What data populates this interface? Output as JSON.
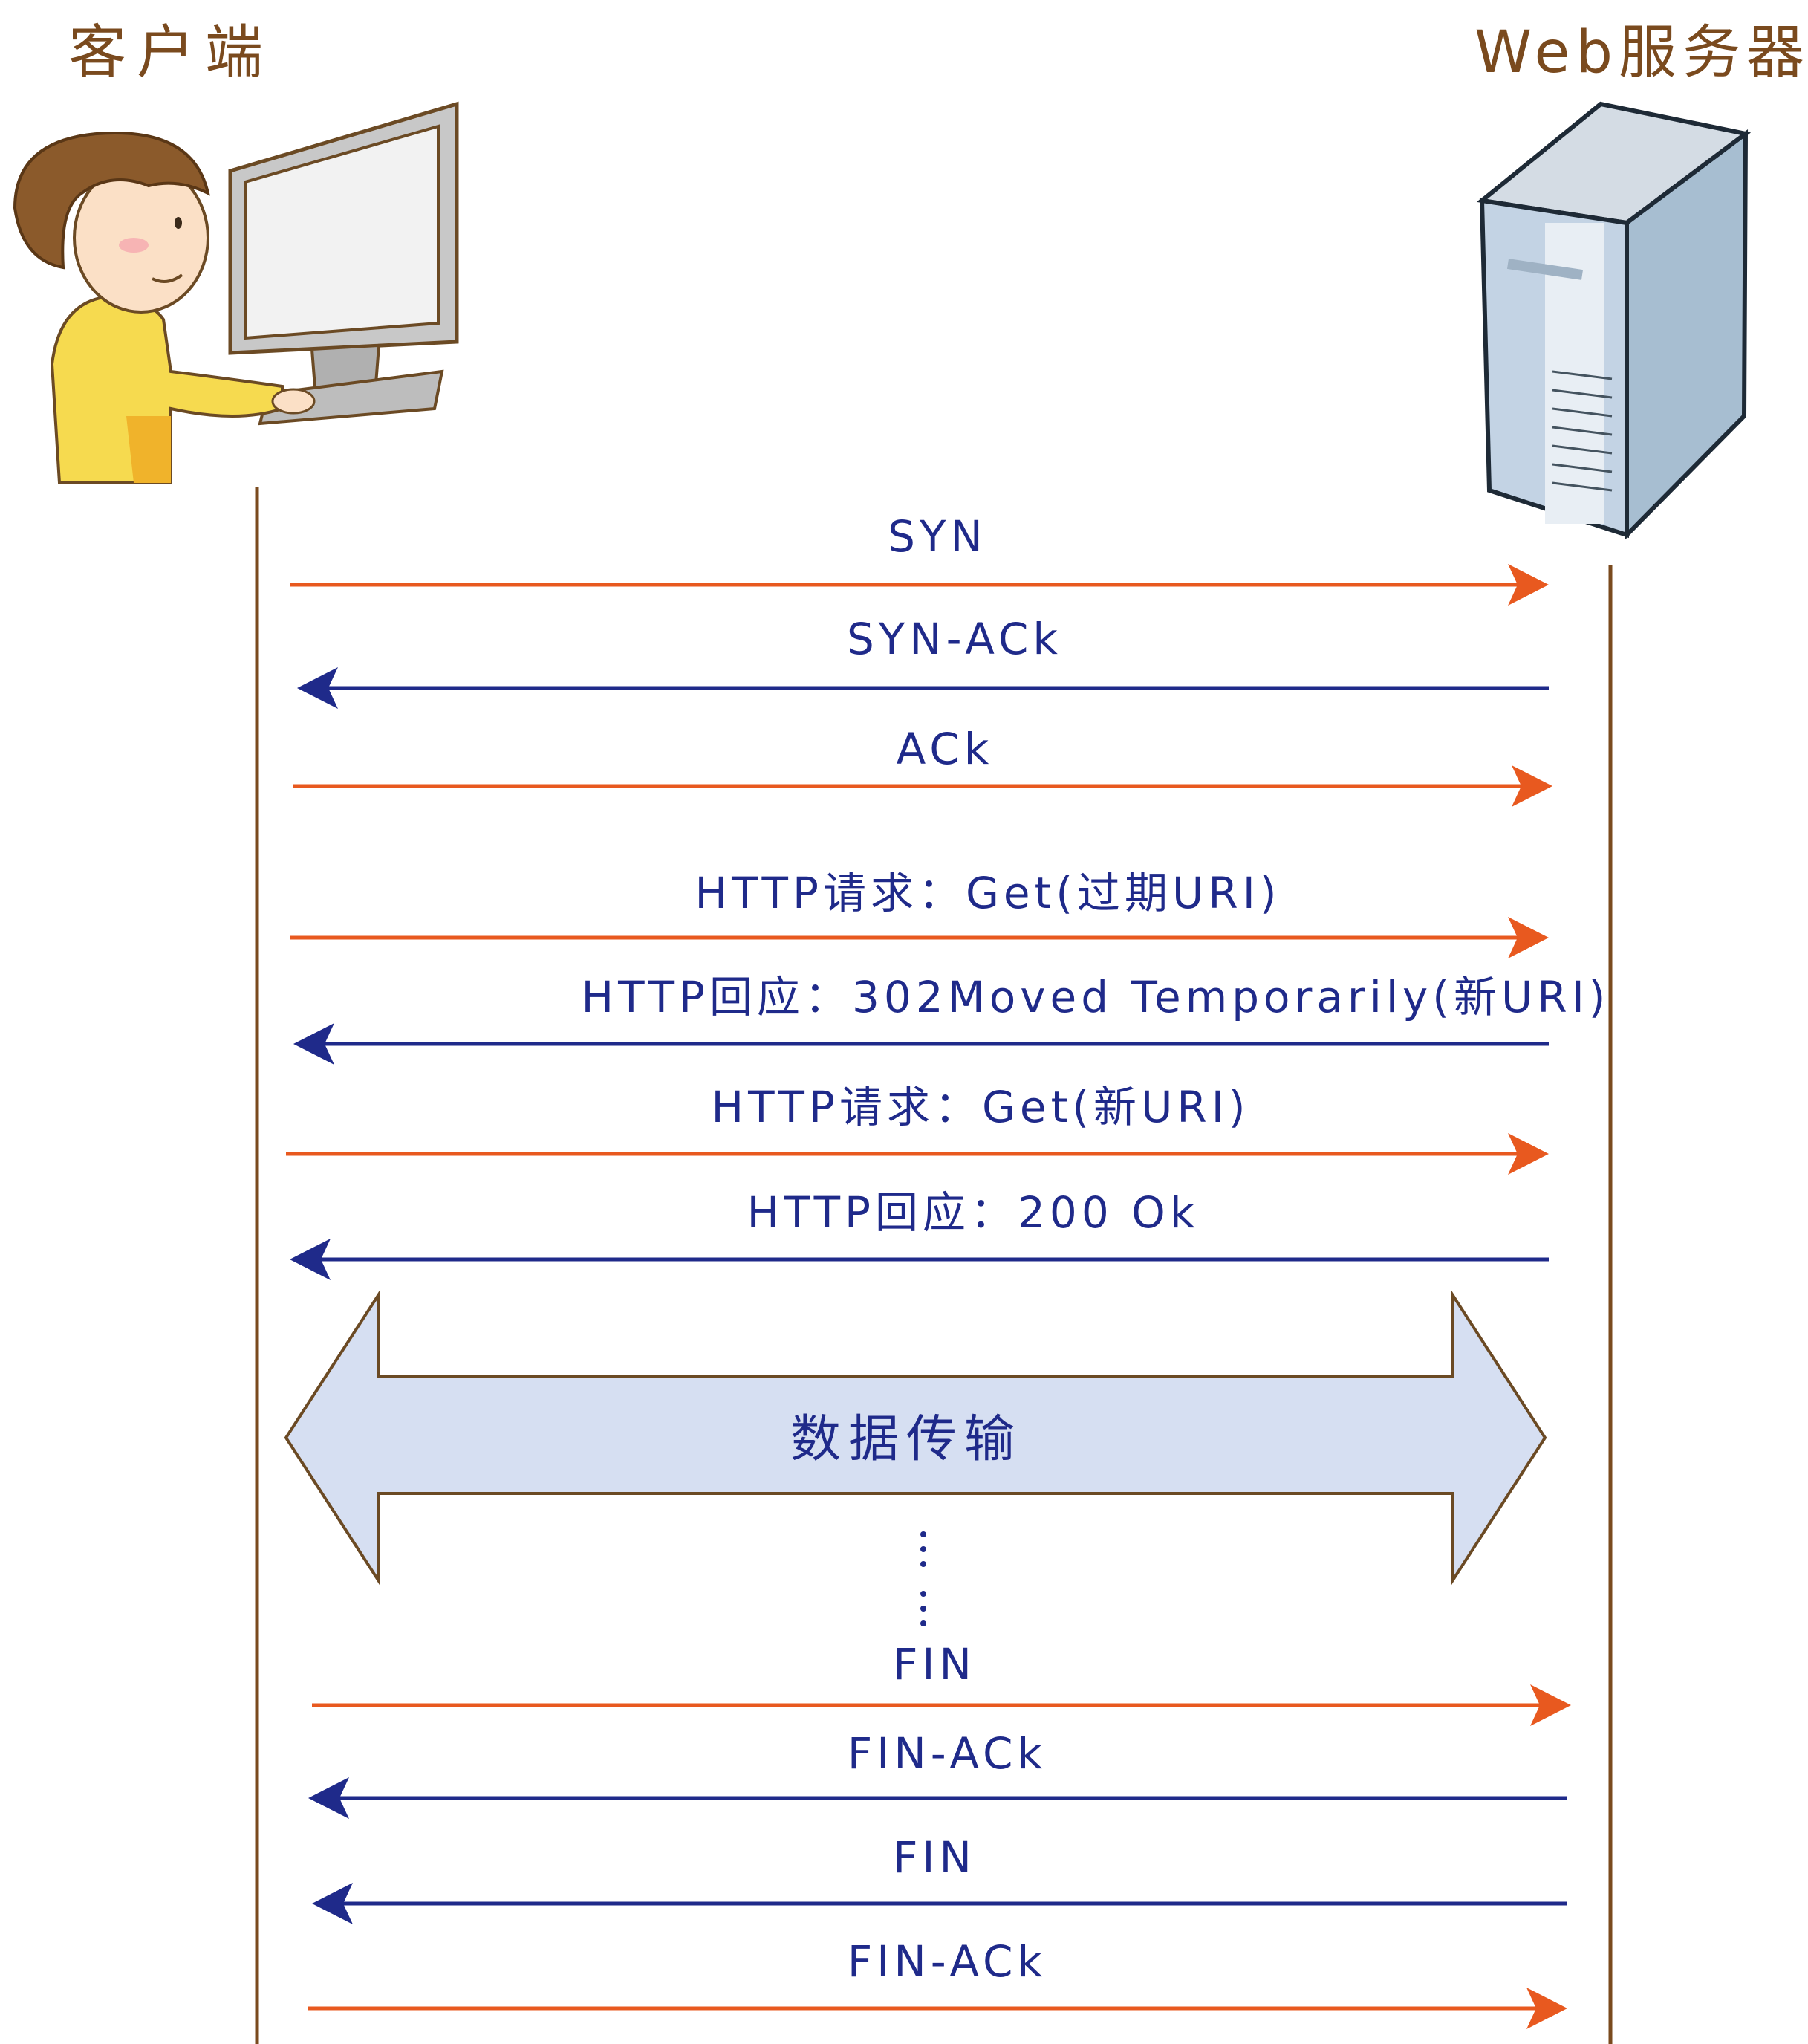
{
  "client": {
    "label": "客户端"
  },
  "server": {
    "label": "Web服务器"
  },
  "messages": [
    {
      "label": "SYN",
      "direction": "to-server"
    },
    {
      "label": "SYN-ACk",
      "direction": "to-client"
    },
    {
      "label": "ACk",
      "direction": "to-server"
    },
    {
      "label": "HTTP请求：Get(过期URI)",
      "direction": "to-server"
    },
    {
      "label": "HTTP回应：302Moved Temporarily(新URI)",
      "direction": "to-client"
    },
    {
      "label": "HTTP请求：Get(新URI)",
      "direction": "to-server"
    },
    {
      "label": "HTTP回应：200 Ok",
      "direction": "to-client"
    },
    {
      "label": "FIN",
      "direction": "to-server"
    },
    {
      "label": "FIN-ACk",
      "direction": "to-client"
    },
    {
      "label": "FIN",
      "direction": "to-client"
    },
    {
      "label": "FIN-ACk",
      "direction": "to-server"
    }
  ],
  "transfer": {
    "label": "数据传输"
  },
  "colors": {
    "to_server": "#e8591f",
    "to_client": "#1f2a8a",
    "lifeline": "#7a4a1e",
    "band_fill": "#d6dff2",
    "band_stroke": "#6b4a24",
    "text": "#1f2a8a"
  }
}
